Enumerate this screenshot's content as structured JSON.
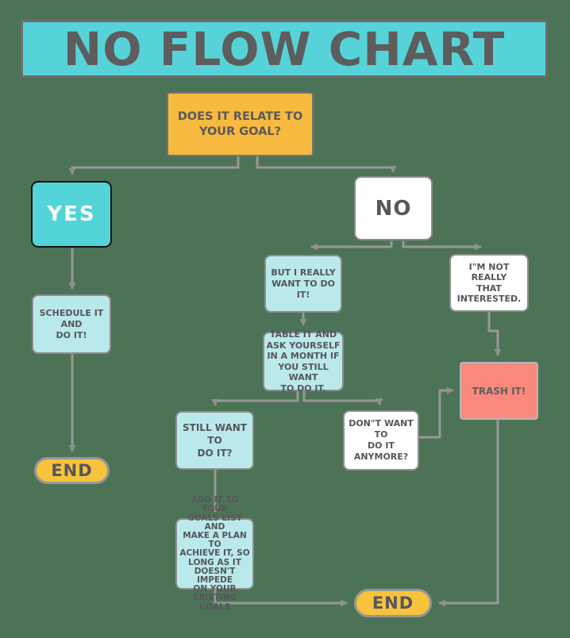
{
  "title": "NO FLOW CHART",
  "colors": {
    "background": "#4d7356",
    "banner_teal": "#56d3d9",
    "yes_teal": "#52d4d8",
    "question_yellow": "#f7b93e",
    "end_yellow": "#f8c23c",
    "process_light_blue": "#bae9eb",
    "trash_salmon": "#f9897a",
    "box_white": "#ffffff",
    "connector_gray": "#989898",
    "text_dark_gray": "#54565a"
  },
  "nodes": {
    "question": {
      "label": "DOES IT RELATE TO\nYOUR GOAL?"
    },
    "yes": {
      "label": "YES"
    },
    "no": {
      "label": "NO"
    },
    "schedule": {
      "label": "SCHEDULE IT AND\nDO IT!"
    },
    "end_left": {
      "label": "END"
    },
    "really_want": {
      "label": "BUT I REALLY\nWANT TO DO IT!"
    },
    "not_interested": {
      "label": "I\"M NOT REALLY\nTHAT\nINTERESTED."
    },
    "table_it": {
      "label": "TABLE IT AND\nASK YOURSELF\nIN A MONTH IF\nYOU STILL WANT\nTO DO IT."
    },
    "still_want": {
      "label": "STILL WANT TO\nDO IT?"
    },
    "dont_want": {
      "label": "DON\"T WANT TO\nDO IT ANYMORE?"
    },
    "trash": {
      "label": "TRASH IT!"
    },
    "add_goals": {
      "label": "ADD IT TO YOUR\nGOALS LIST AND\nMAKE A PLAN TO\nACHIEVE IT, SO\nLONG AS IT\nDOESN'T IMPEDE\nON YOUR\nEXISTING GOALS"
    },
    "end_right": {
      "label": "END"
    }
  },
  "edges": [
    {
      "from": "question",
      "to": "yes"
    },
    {
      "from": "question",
      "to": "no"
    },
    {
      "from": "yes",
      "to": "schedule"
    },
    {
      "from": "schedule",
      "to": "end_left"
    },
    {
      "from": "no",
      "to": "really_want"
    },
    {
      "from": "no",
      "to": "not_interested"
    },
    {
      "from": "really_want",
      "to": "table_it"
    },
    {
      "from": "table_it",
      "to": "still_want"
    },
    {
      "from": "table_it",
      "to": "dont_want"
    },
    {
      "from": "still_want",
      "to": "add_goals"
    },
    {
      "from": "add_goals",
      "to": "end_right"
    },
    {
      "from": "not_interested",
      "to": "trash"
    },
    {
      "from": "dont_want",
      "to": "trash"
    },
    {
      "from": "trash",
      "to": "end_right"
    }
  ]
}
